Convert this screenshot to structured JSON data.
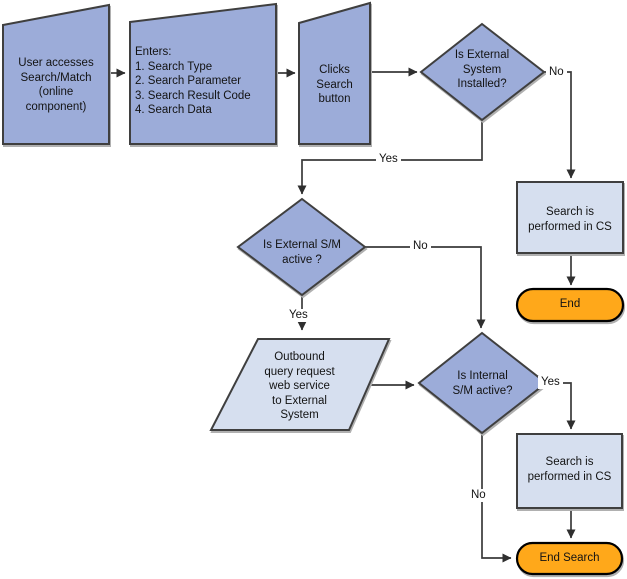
{
  "diagram_type": "flowchart",
  "nodes": {
    "user_access": "User accesses\nSearch/Match\n(online\ncomponent)",
    "enters": "Enters:\n1. Search Type\n2. Search Parameter\n3. Search Result Code\n4. Search Data",
    "clicks_search": "Clicks\nSearch\nbutton",
    "is_external_installed": "Is External\nSystem\nInstalled?",
    "search_performed_cs_top": "Search is\nperformed in CS",
    "end_top": "End",
    "is_external_sm_active": "Is External S/M\nactive ?",
    "outbound_query": "Outbound\nquery request\nweb service\nto External\nSystem",
    "is_internal_sm_active": "Is Internal\nS/M active?",
    "search_performed_cs_bottom": "Search is\nperformed in CS",
    "end_search": "End Search"
  },
  "edges": {
    "ext_installed_no": "No",
    "ext_installed_yes": "Yes",
    "ext_sm_yes": "Yes",
    "ext_sm_no": "No",
    "int_sm_yes": "Yes",
    "int_sm_no": "No"
  },
  "colors": {
    "node_blue": "#9CACD9",
    "node_light_blue": "#D6DFEF",
    "terminator_orange": "#FFA81A",
    "border": "#3F3F3F",
    "connector": "#3A3A3A",
    "background": "#FFFFFF",
    "text": "#131313"
  }
}
